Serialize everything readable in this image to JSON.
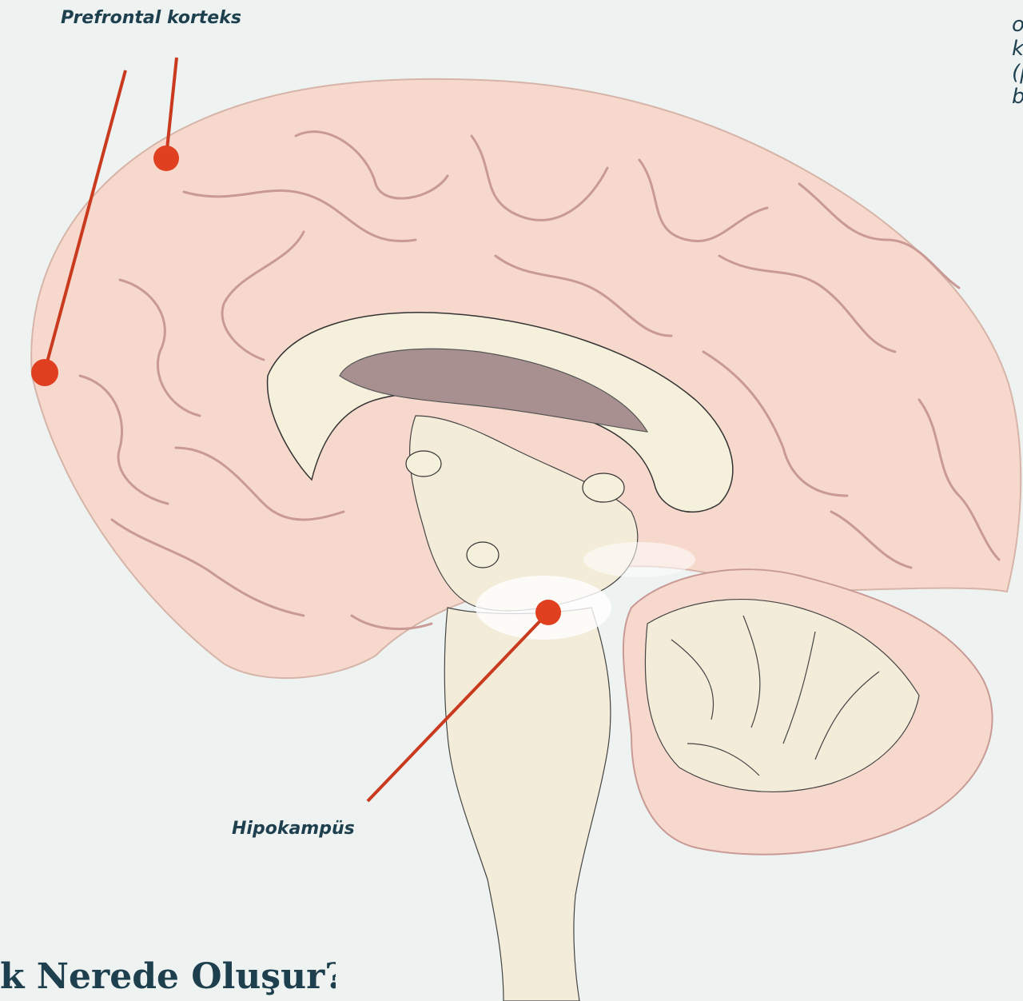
{
  "labels": {
    "prefrontal": "Prefrontal korteks",
    "hippocampus": "Hipokampüs"
  },
  "side_text_lines": [
    "o",
    "k",
    "(p",
    "b"
  ],
  "heading": "k Nerede Oluşur?",
  "colors": {
    "background": "#eef2f1",
    "cortex": "#f6d9cc",
    "cortex_fold": "#c99a95",
    "inner": "#f3ecd8",
    "ventricle": "#a89090",
    "marker": "#e0401f",
    "text": "#1d3f4e"
  }
}
